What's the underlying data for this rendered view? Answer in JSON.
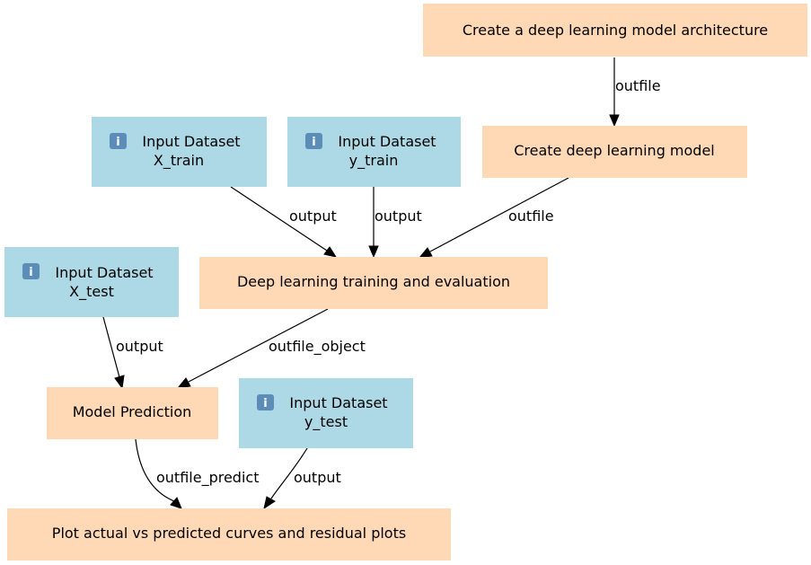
{
  "colors": {
    "tool_node": "#ffd8b5",
    "input_node": "#add8e6",
    "edge": "#000000",
    "text": "#000000"
  },
  "nodes": {
    "create_architecture": {
      "label": "Create a deep learning model architecture"
    },
    "create_model": {
      "label": "Create deep learning model"
    },
    "x_train": {
      "line1": "Input Dataset",
      "line2": "X_train",
      "icon": "info-icon"
    },
    "y_train": {
      "line1": "Input Dataset",
      "line2": "y_train",
      "icon": "info-icon"
    },
    "training": {
      "label": "Deep learning training and evaluation"
    },
    "x_test": {
      "line1": "Input Dataset",
      "line2": "X_test",
      "icon": "info-icon"
    },
    "model_prediction": {
      "label": "Model Prediction"
    },
    "y_test": {
      "line1": "Input Dataset",
      "line2": "y_test",
      "icon": "info-icon"
    },
    "plot": {
      "label": "Plot actual vs predicted curves and residual plots"
    }
  },
  "edges": {
    "architecture_to_model": {
      "label": "outfile"
    },
    "xtrain_to_training": {
      "label": "output"
    },
    "ytrain_to_training": {
      "label": "output"
    },
    "model_to_training": {
      "label": "outfile"
    },
    "xtest_to_prediction": {
      "label": "output"
    },
    "training_to_prediction": {
      "label": "outfile_object"
    },
    "prediction_to_plot": {
      "label": "outfile_predict"
    },
    "ytest_to_plot": {
      "label": "output"
    }
  }
}
